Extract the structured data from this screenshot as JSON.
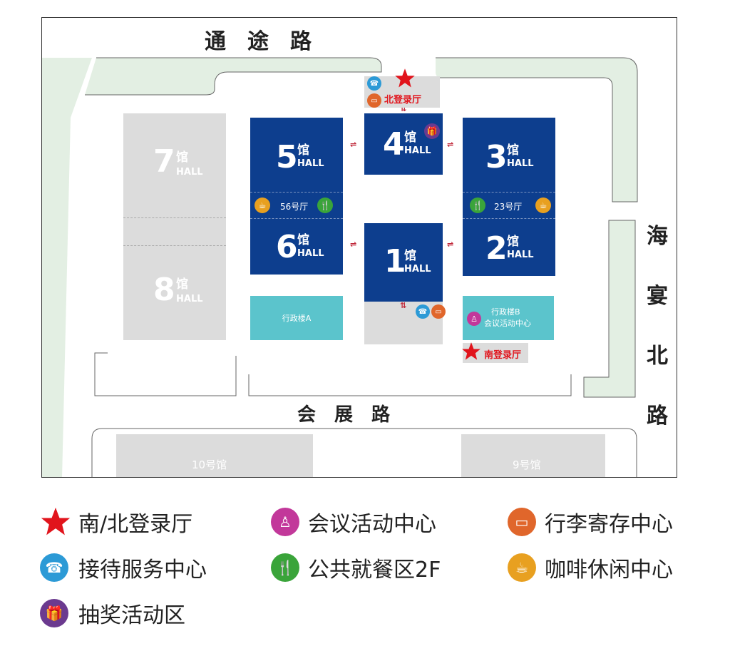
{
  "roads": {
    "north": "通　途　路",
    "middle": "会　展　路",
    "east": [
      "海",
      "宴",
      "北",
      "路"
    ]
  },
  "halls": {
    "h1": {
      "num": "1",
      "guan": "馆",
      "en": "HALL"
    },
    "h2": {
      "num": "2",
      "guan": "馆",
      "en": "HALL"
    },
    "h3": {
      "num": "3",
      "guan": "馆",
      "en": "HALL"
    },
    "h4": {
      "num": "4",
      "guan": "馆",
      "en": "HALL"
    },
    "h5": {
      "num": "5",
      "guan": "馆",
      "en": "HALL"
    },
    "h6": {
      "num": "6",
      "guan": "馆",
      "en": "HALL"
    },
    "h7": {
      "num": "7",
      "guan": "馆",
      "en": "HALL"
    },
    "h8": {
      "num": "8",
      "guan": "馆",
      "en": "HALL"
    }
  },
  "corridors": {
    "c56": "56号厅",
    "c23": "23号厅"
  },
  "buildings": {
    "adminA": "行政楼A",
    "adminB_line1": "行政楼B",
    "adminB_line2": "会议活动中心",
    "hall10": "10号馆",
    "hall9": "9号馆"
  },
  "entrances": {
    "north": "北登录厅",
    "south": "南登录厅"
  },
  "legend": {
    "registration": "南/北登录厅",
    "meeting": "会议活动中心",
    "luggage": "行李寄存中心",
    "reception": "接待服务中心",
    "dining": "公共就餐区2F",
    "cafe": "咖啡休闲中心",
    "lottery": "抽奖活动区"
  },
  "colors": {
    "hall_blue": "#0d3e8e",
    "hall_grey": "#dcdcdc",
    "admin_teal": "#5bc4cc",
    "star_red": "#e1141c",
    "meeting_pink": "#c2389a",
    "luggage_orange": "#e0662b",
    "reception_blue": "#2c9ad6",
    "dining_green": "#3aa43a",
    "cafe_amber": "#e8a020",
    "lottery_purple": "#6b3a8f",
    "green_strip": "#e3efe3"
  },
  "icons": {
    "registration": "star-icon",
    "meeting": "meeting-icon",
    "luggage": "luggage-icon",
    "reception": "reception-icon",
    "dining": "dining-icon",
    "cafe": "coffee-icon",
    "lottery": "gift-icon"
  }
}
